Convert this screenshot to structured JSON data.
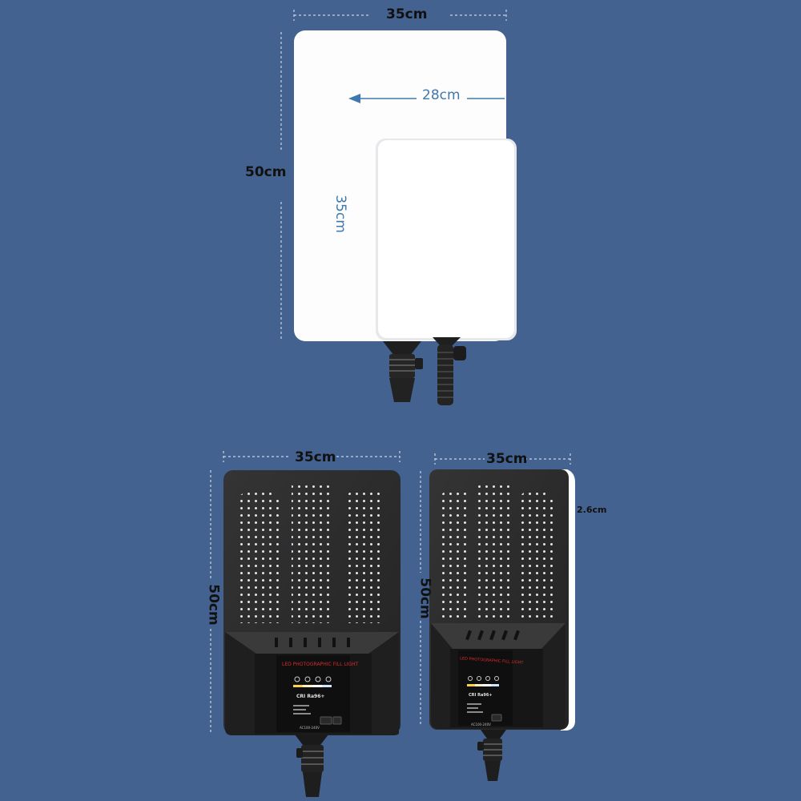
{
  "dimensions": {
    "top_large_width": "35cm",
    "top_large_height": "50cm",
    "top_small_width": "28cm",
    "top_small_height": "35cm",
    "bottom_left_width": "35cm",
    "bottom_left_height": "50cm",
    "bottom_right_width": "35cm",
    "bottom_right_height": "50cm",
    "bottom_right_depth": "2.6cm"
  },
  "panel_print": {
    "title": "LED PHOTOGRAPHIC FILL LIGHT",
    "cri": "CRI Ra96+",
    "power": "AC100-240V"
  },
  "colors": {
    "background": "#43628f",
    "panel_front": "#ffffff",
    "panel_back": "#2b2b2c",
    "accent_red": "#d92b2b",
    "dimension_blue": "#3f78ad"
  }
}
